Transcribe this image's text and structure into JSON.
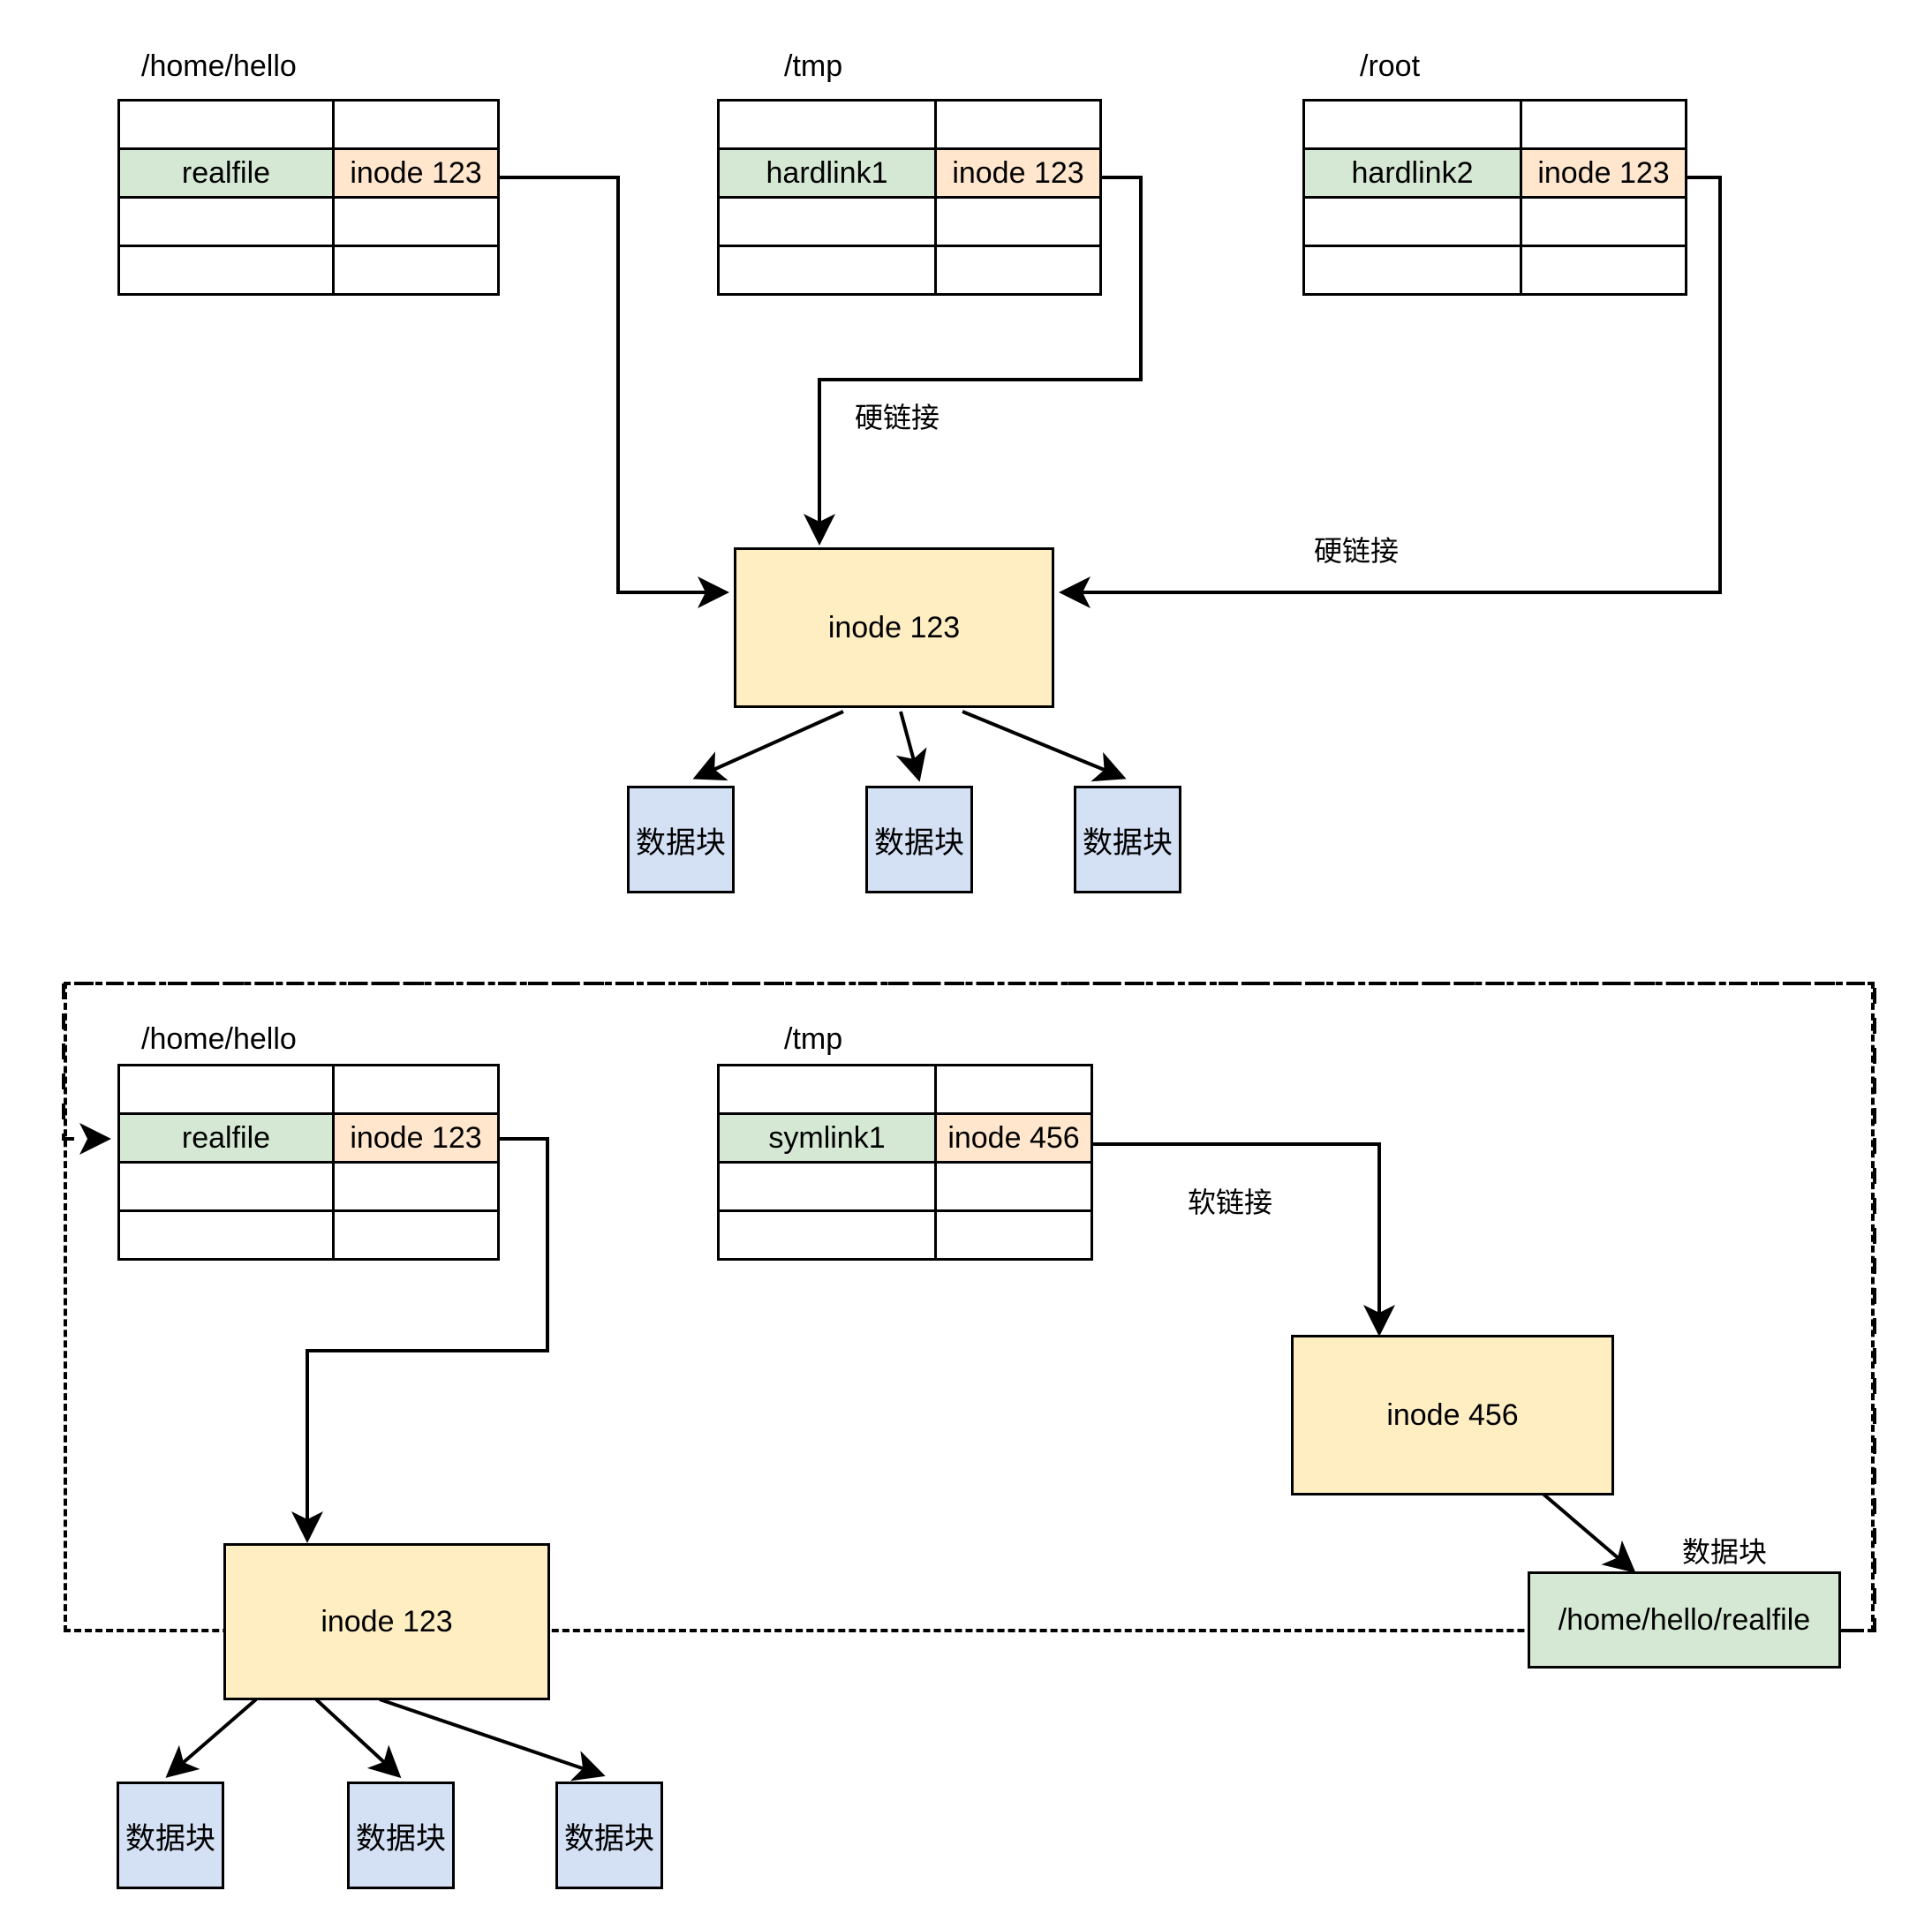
{
  "diagram": {
    "title_hardlink_section": "",
    "hardlink_label": "硬链接",
    "softlink_label": "软链接",
    "datablock_label": "数据块"
  },
  "top_section": {
    "directories": [
      {
        "path": "/home/hello",
        "entry_name": "realfile",
        "entry_inode": "inode 123",
        "rows": 4,
        "highlight_row_index": 1
      },
      {
        "path": "/tmp",
        "entry_name": "hardlink1",
        "entry_inode": "inode 123",
        "rows": 4,
        "highlight_row_index": 1
      },
      {
        "path": "/root",
        "entry_name": "hardlink2",
        "entry_inode": "inode 123",
        "rows": 4,
        "highlight_row_index": 1
      }
    ],
    "inode": "inode 123",
    "edge_labels": {
      "from_tmp": "硬链接",
      "from_root": "硬链接"
    },
    "data_blocks": [
      "数据块",
      "数据块",
      "数据块"
    ]
  },
  "bottom_section": {
    "directories": [
      {
        "path": "/home/hello",
        "entry_name": "realfile",
        "entry_inode": "inode 123",
        "rows": 4,
        "highlight_row_index": 1
      },
      {
        "path": "/tmp",
        "entry_name": "symlink1",
        "entry_inode": "inode 456",
        "rows": 4,
        "highlight_row_index": 1
      }
    ],
    "inode_real": "inode 123",
    "inode_symlink": "inode 456",
    "edge_labels": {
      "symlink": "软链接",
      "symlink_target_block": "数据块"
    },
    "symlink_target_path": "/home/hello/realfile",
    "data_blocks": [
      "数据块",
      "数据块",
      "数据块"
    ]
  }
}
